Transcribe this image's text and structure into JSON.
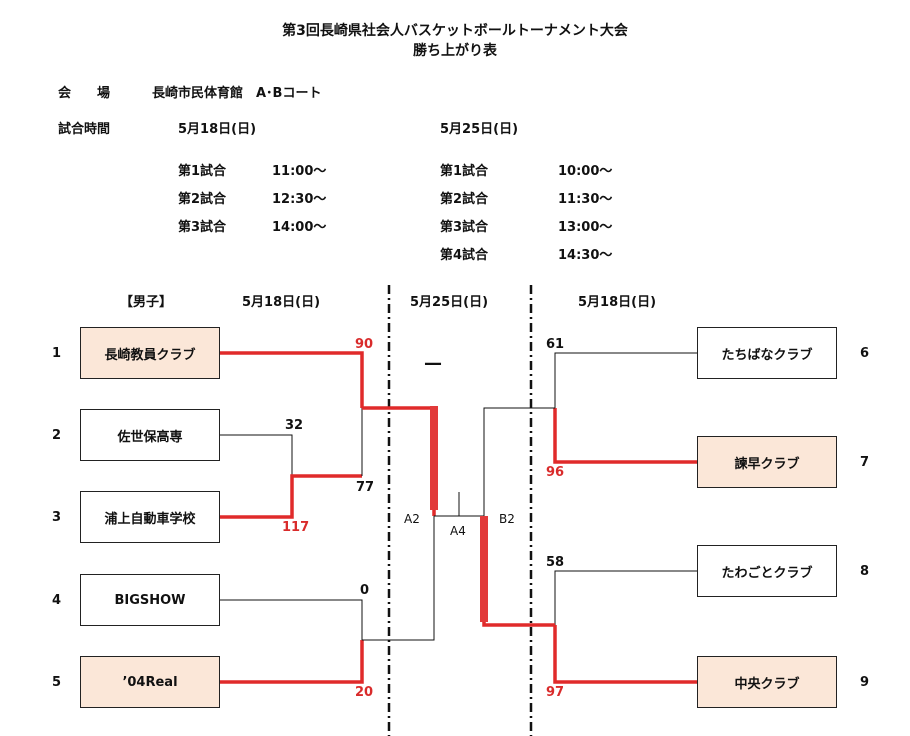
{
  "header": {
    "title_line1": "第3回長崎県社会人バスケットボールトーナメント大会",
    "title_line2": "勝ち上がり表"
  },
  "venue": {
    "label": "会　　場",
    "value": "長崎市民体育館　A･Bコート"
  },
  "schedule": {
    "label": "試合時間",
    "day1": {
      "date": "5月18日(日)",
      "games": [
        {
          "name": "第1試合",
          "time": "11:00〜"
        },
        {
          "name": "第2試合",
          "time": "12:30〜"
        },
        {
          "name": "第3試合",
          "time": "14:00〜"
        }
      ]
    },
    "day2": {
      "date": "5月25日(日)",
      "games": [
        {
          "name": "第1試合",
          "time": "10:00〜"
        },
        {
          "name": "第2試合",
          "time": "11:30〜"
        },
        {
          "name": "第3試合",
          "time": "13:00〜"
        },
        {
          "name": "第4試合",
          "time": "14:30〜"
        }
      ]
    }
  },
  "bracket": {
    "division": "【男子】",
    "col_left": "5月18日(日)",
    "col_center": "5月25日(日)",
    "col_right": "5月18日(日)",
    "final_score_placeholder": "—",
    "codes": {
      "a2": "A2",
      "a4": "A4",
      "b2": "B2"
    },
    "left_teams": [
      {
        "seed": "1",
        "name": "長崎教員クラブ",
        "winner": true
      },
      {
        "seed": "2",
        "name": "佐世保高専",
        "winner": false
      },
      {
        "seed": "3",
        "name": "浦上自動車学校",
        "winner": false
      },
      {
        "seed": "4",
        "name": "BIGSHOW",
        "winner": false
      },
      {
        "seed": "5",
        "name": "’04Real",
        "winner": true
      }
    ],
    "right_teams": [
      {
        "seed": "6",
        "name": "たちばなクラブ",
        "winner": false
      },
      {
        "seed": "7",
        "name": "諫早クラブ",
        "winner": true
      },
      {
        "seed": "8",
        "name": "たわごとクラブ",
        "winner": false
      },
      {
        "seed": "9",
        "name": "中央クラブ",
        "winner": true
      }
    ],
    "scores": {
      "s2": "32",
      "s3": "117",
      "s1": "90",
      "s23": "77",
      "s4": "0",
      "s5": "20",
      "s6": "61",
      "s7": "96",
      "s8": "58",
      "s9": "97"
    }
  }
}
